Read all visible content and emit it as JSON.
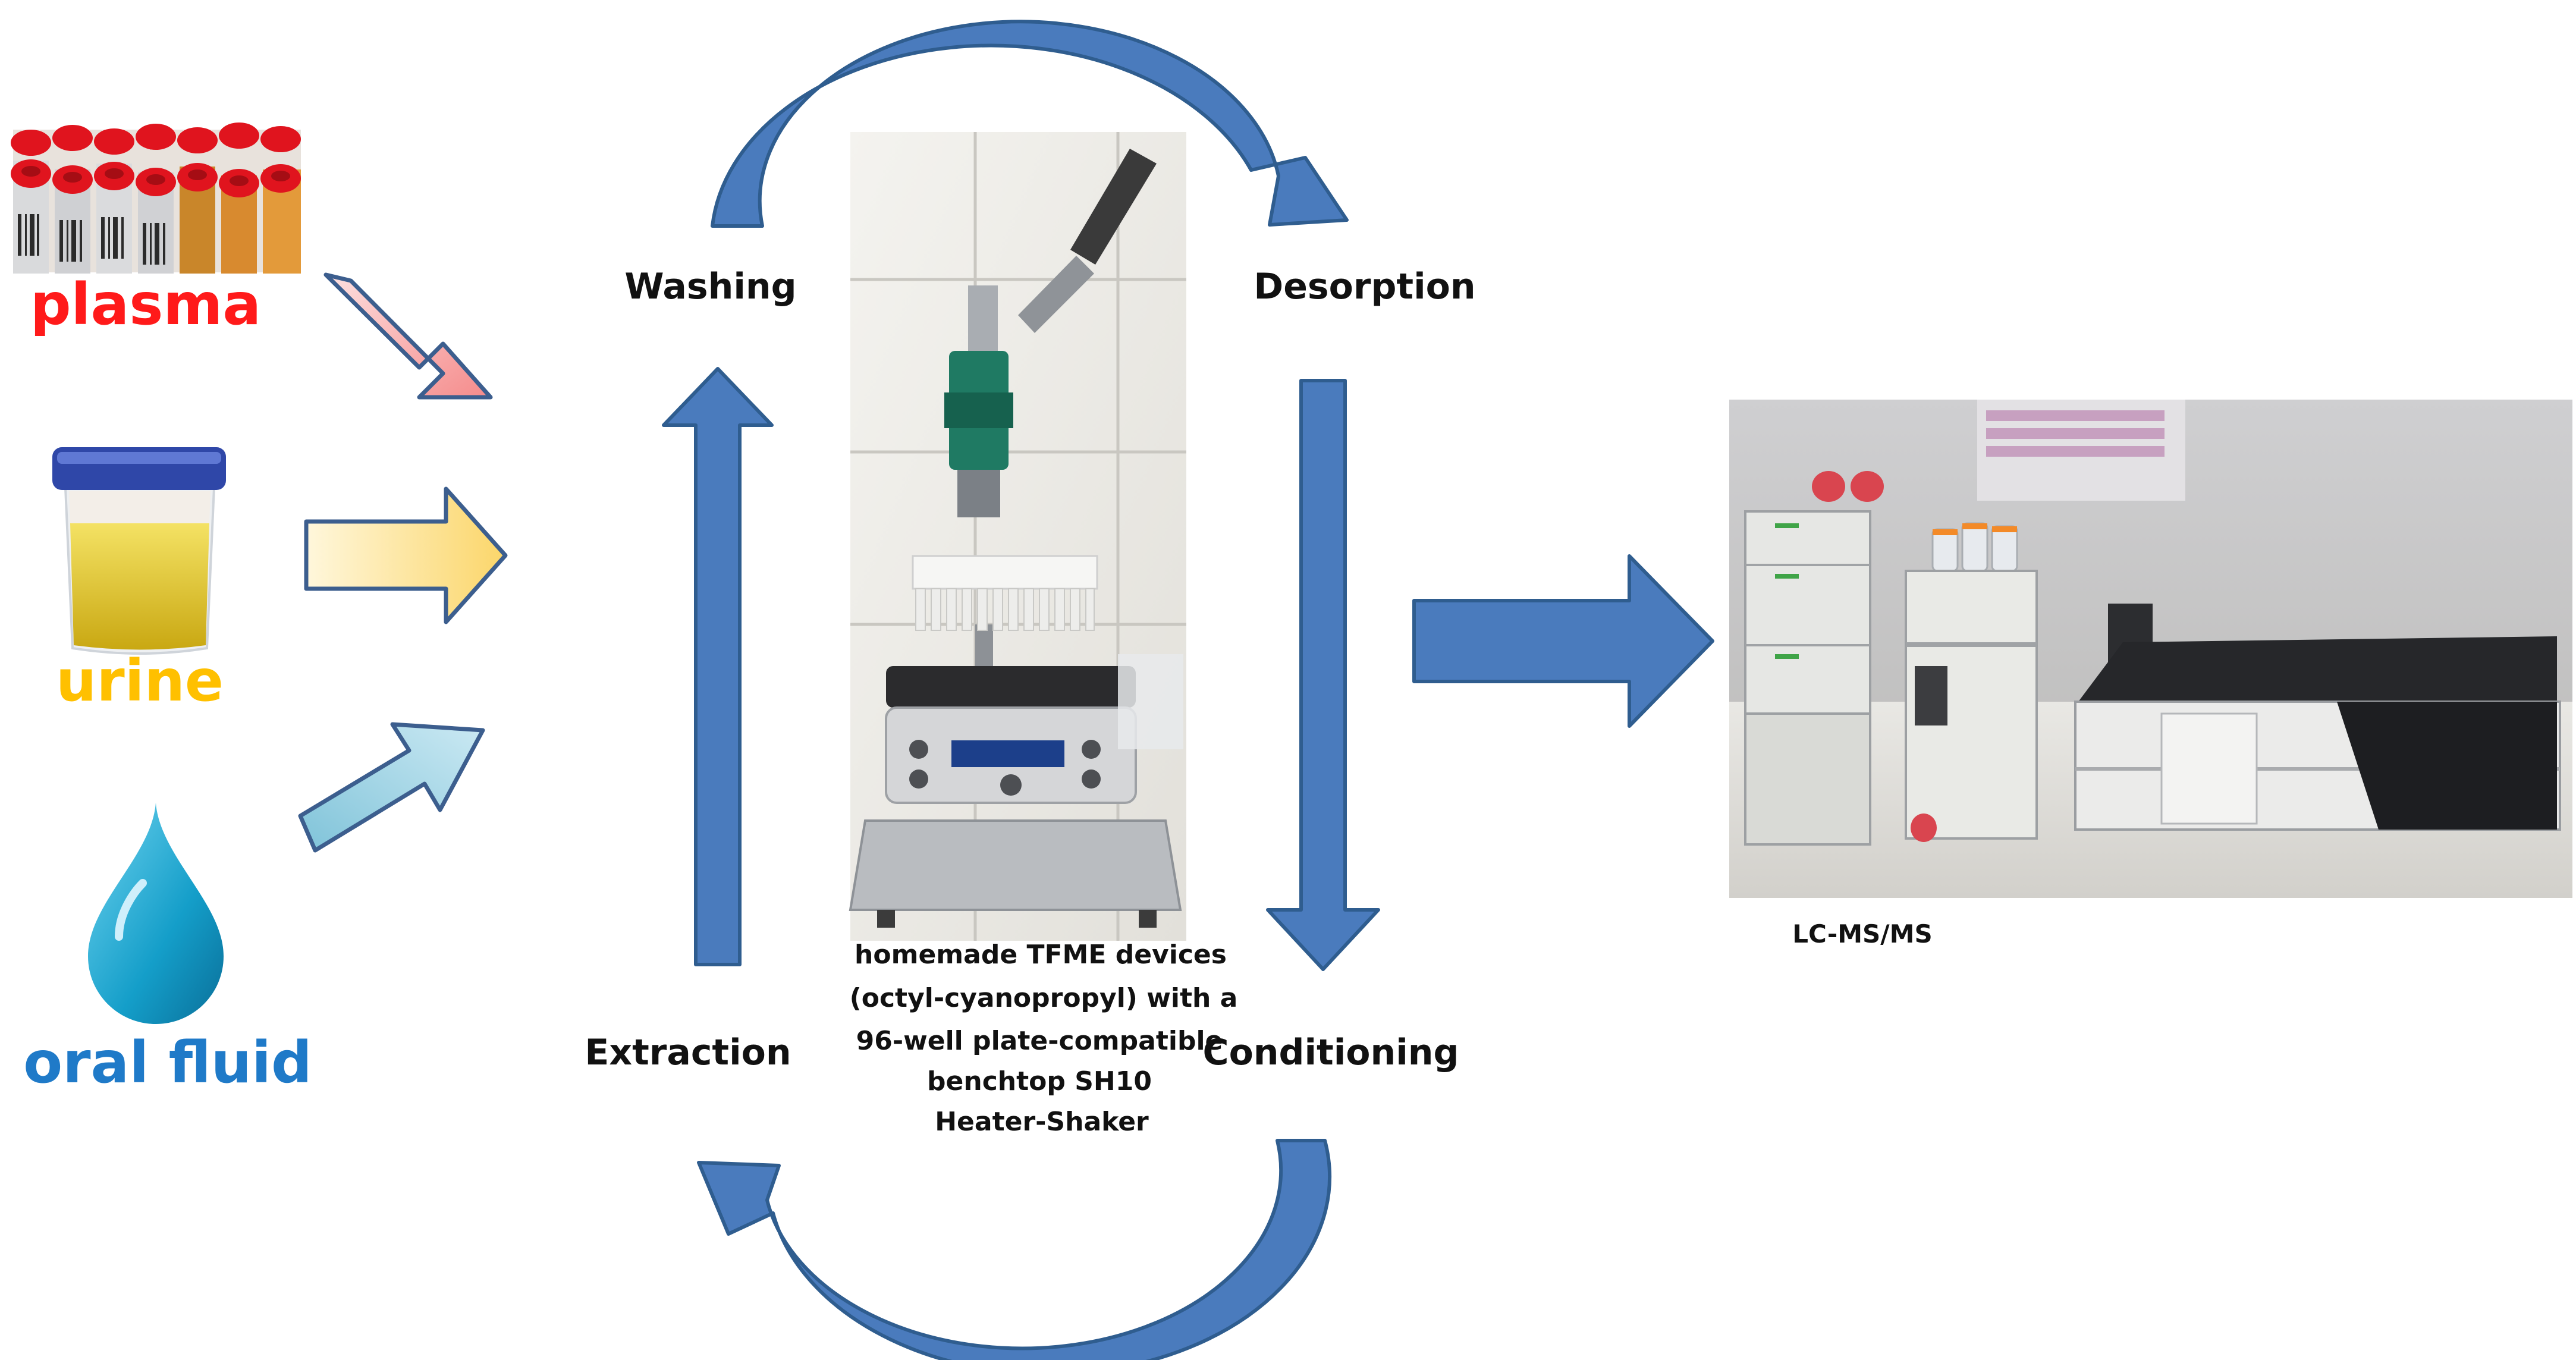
{
  "samples": {
    "plasma": "plasma",
    "urine": "urine",
    "oral_fluid": "oral fluid"
  },
  "steps": {
    "washing": "Washing",
    "desorption": "Desorption",
    "conditioning": "Conditioning",
    "extraction": "Extraction"
  },
  "device_caption": [
    "homemade TFME devices",
    "(octyl-cyanopropyl) with a",
    "96-well plate-compatible",
    "benchtop SH10",
    "Heater-Shaker"
  ],
  "instrument_caption": "LC-MS/MS",
  "colors": {
    "plasma_text": "#ff1a1a",
    "urine_text": "#ffc000",
    "oral_fluid_text": "#1f7ac8",
    "cycle_arrow": "#4a7bbd",
    "cycle_arrow_edge": "#2f5d8f",
    "plasma_arrow": "#f7a7a7",
    "urine_arrow": "#fde7a4",
    "oral_arrow": "#9fd0e0"
  }
}
